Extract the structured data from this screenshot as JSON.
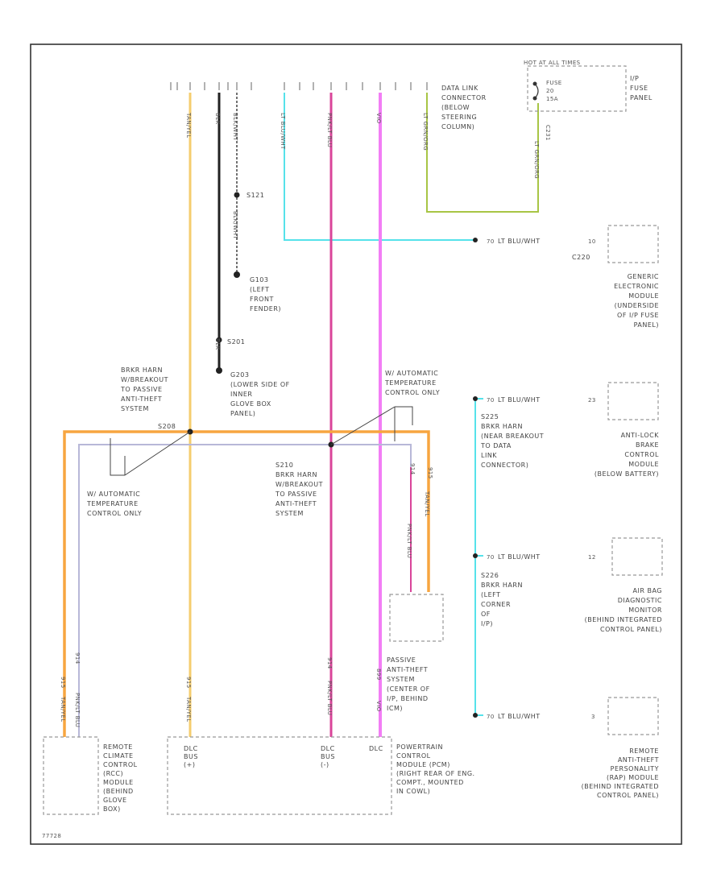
{
  "colors": {
    "tan_yel": "#f5cd6e",
    "orange": "#f7a540",
    "lt_blu": "#56e2ea",
    "pnk_blu": "#d9449a",
    "violet": "#f27ef5",
    "green": "#a8c545",
    "gray_blue": "#b8b8d8"
  },
  "labels": {
    "data_link": [
      "DATA LINK",
      "CONNECTOR",
      "(BELOW",
      "STEERING",
      "COLUMN)"
    ],
    "fuse_hdr": "HOT AT ALL TIMES",
    "fuse": [
      "FUSE",
      "20",
      "15A"
    ],
    "ip_fuse": [
      "I/P",
      "FUSE",
      "PANEL"
    ],
    "c231": "C231",
    "s121": "S121",
    "g103": [
      "G103",
      "(LEFT",
      "FRONT",
      "FENDER)"
    ],
    "s201": "S201",
    "g203": [
      "G203",
      "(LOWER SIDE OF",
      "INNER",
      "GLOVE BOX",
      "PANEL)"
    ],
    "bkr_left": [
      "BRKR HARN",
      "W/BREAKOUT",
      "TO PASSIVE",
      "ANTI-THEFT",
      "SYSTEM"
    ],
    "s208": "S208",
    "atc_left": [
      "W/ AUTOMATIC",
      "TEMPERATURE",
      "CONTROL ONLY"
    ],
    "atc_right": [
      "W/ AUTOMATIC",
      "TEMPERATURE",
      "CONTROL ONLY"
    ],
    "s210": [
      "S210",
      "BRKR HARN",
      "W/BREAKOUT",
      "TO PASSIVE",
      "ANTI-THEFT",
      "SYSTEM"
    ],
    "c220": "C220",
    "gem": [
      "GENERIC",
      "ELECTRONIC",
      "MODULE",
      "(UNDERSIDE",
      "OF I/P FUSE",
      "PANEL)"
    ],
    "s225": [
      "S225",
      "BRKR HARN",
      "(NEAR BREAKOUT",
      "TO DATA",
      "LINK",
      "CONNECTOR)"
    ],
    "abs": [
      "ANTI-LOCK",
      "BRAKE",
      "CONTROL",
      "MODULE",
      "(BELOW BATTERY)"
    ],
    "s226": [
      "S226",
      "BRKR HARN",
      "(LEFT",
      "CORNER",
      "OF",
      "I/P)"
    ],
    "airbag": [
      "AIR BAG",
      "DIAGNOSTIC",
      "MONITOR",
      "(BEHIND INTEGRATED",
      "CONTROL PANEL)"
    ],
    "pats": [
      "PASSIVE",
      "ANTI-THEFT",
      "SYSTEM",
      "(CENTER OF",
      "I/P, BEHIND",
      "ICM)"
    ],
    "rcc": [
      "REMOTE",
      "CLIMATE",
      "CONTROL",
      "(RCC)",
      "MODULE",
      "(BEHIND",
      "GLOVE",
      "BOX)"
    ],
    "pcm": [
      "POWERTRAIN",
      "CONTROL",
      "MODULE (PCM)",
      "(RIGHT REAR OF ENG.",
      "COMPT., MOUNTED",
      "IN COWL)"
    ],
    "rat": [
      "REMOTE",
      "ANTI-THEFT",
      "PERSONALITY",
      "(RAP) MODULE",
      "(BEHIND INTEGRATED",
      "CONTROL PANEL)"
    ],
    "dlc_bus_plus": [
      "DLC",
      "BUS",
      "(+)"
    ],
    "dlc_bus_minus": [
      "DLC",
      "BUS",
      "(-)"
    ],
    "dlc": "DLC",
    "wire_tan_yel": "TAN/YEL",
    "wire_blk": "BLK",
    "wire_blk_wht": "BLK/WHT",
    "wire_lt_blu_wht": "LT BLU/WHT",
    "wire_pnk_blu": "PNK/LT BLU",
    "wire_vio": "VIO",
    "wire_lt_grn_org": "LT GRN/ORG",
    "pin_70": "70",
    "pin_10": "10",
    "pin_23": "23",
    "pin_12": "12",
    "pin_3": "3",
    "pin_914": "914",
    "pin_915": "915",
    "pin_899": "899",
    "pin_57": "57",
    "pin_915b": "915",
    "footer": "77728"
  }
}
